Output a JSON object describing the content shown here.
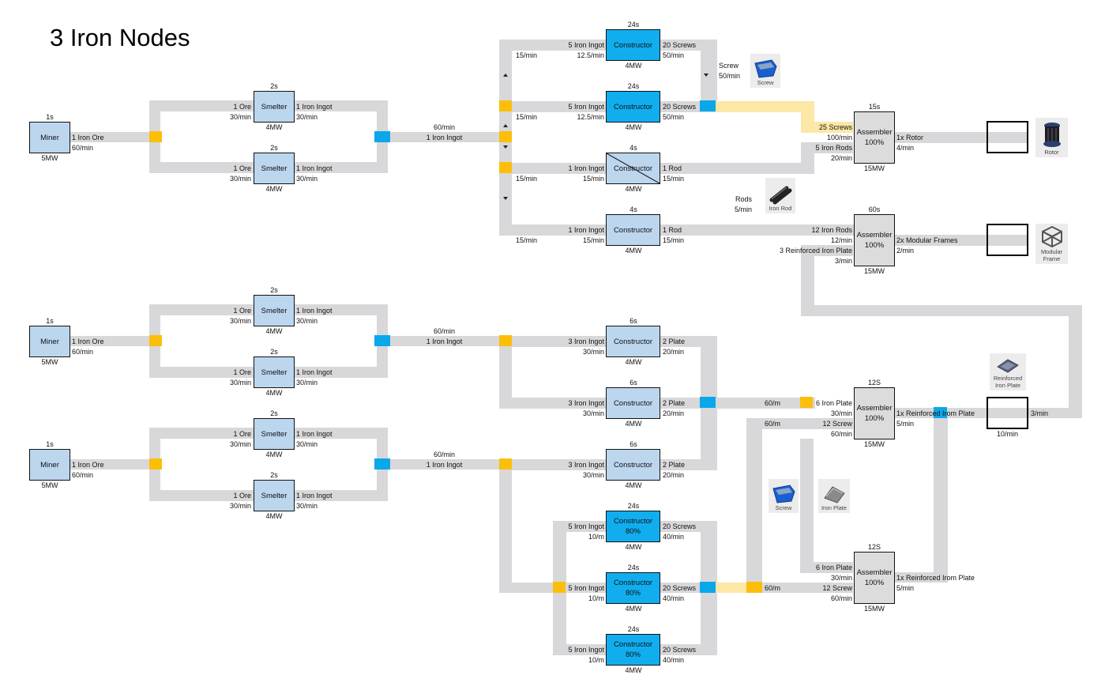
{
  "title": "3 Iron Nodes",
  "colors": {
    "belt": "#d8d8da",
    "belt_highlight": "#fbe7a6",
    "splitter": "#fbbf0a",
    "merger": "#0aa7ea",
    "machine_default": "#bcd6ee",
    "machine_highlight": "#11aeef",
    "assembler": "#dcdcdc"
  },
  "lines": [
    {
      "miner": {
        "time": "1s",
        "name": "Miner",
        "out_item": "1 Iron Ore",
        "out_rate": "60/min",
        "power": "5MW"
      },
      "smelters": [
        {
          "time": "2s",
          "name": "Smelter",
          "in_item": "1 Ore",
          "in_rate": "30/min",
          "out_item": "1 Iron Ingot",
          "out_rate": "30/min",
          "power": "4MW"
        },
        {
          "time": "2s",
          "name": "Smelter",
          "in_item": "1 Ore",
          "in_rate": "30/min",
          "out_item": "1 Iron Ingot",
          "out_rate": "30/min",
          "power": "4MW"
        }
      ],
      "output": {
        "rate": "60/min",
        "item": "1 Iron Ingot"
      }
    },
    {
      "miner": {
        "time": "1s",
        "name": "Miner",
        "out_item": "1 Iron Ore",
        "out_rate": "60/min",
        "power": "5MW"
      },
      "smelters": [
        {
          "time": "2s",
          "name": "Smelter",
          "in_item": "1 Ore",
          "in_rate": "30/min",
          "out_item": "1 Iron Ingot",
          "out_rate": "30/min",
          "power": "4MW"
        },
        {
          "time": "2s",
          "name": "Smelter",
          "in_item": "1 Ore",
          "in_rate": "30/min",
          "out_item": "1 Iron Ingot",
          "out_rate": "30/min",
          "power": "4MW"
        }
      ],
      "output": {
        "rate": "60/min",
        "item": "1 Iron Ingot"
      }
    },
    {
      "miner": {
        "time": "1s",
        "name": "Miner",
        "out_item": "1 Iron Ore",
        "out_rate": "60/min",
        "power": "5MW"
      },
      "smelters": [
        {
          "time": "2s",
          "name": "Smelter",
          "in_item": "1 Ore",
          "in_rate": "30/min",
          "out_item": "1 Iron Ingot",
          "out_rate": "30/min",
          "power": "4MW"
        },
        {
          "time": "2s",
          "name": "Smelter",
          "in_item": "1 Ore",
          "in_rate": "30/min",
          "out_item": "1 Iron Ingot",
          "out_rate": "30/min",
          "power": "4MW"
        }
      ],
      "output": {
        "rate": "60/min",
        "item": "1 Iron Ingot"
      }
    }
  ],
  "top_constructors": [
    {
      "time": "24s",
      "name": "Constructor",
      "branch_rate": "15/min",
      "in_item": "5 Iron Ingot",
      "in_rate": "12.5/min",
      "out_item": "20 Screws",
      "out_rate": "50/min",
      "power": "4MW"
    },
    {
      "time": "24s",
      "name": "Constructor",
      "branch_rate": "15/min",
      "in_item": "5 Iron Ingot",
      "in_rate": "12.5/min",
      "out_item": "20 Screws",
      "out_rate": "50/min",
      "power": "4MW"
    },
    {
      "time": "4s",
      "name": "Constructor",
      "branch_rate": "15/min",
      "in_item": "1 Iron Ingot",
      "in_rate": "15/min",
      "out_item": "1 Rod",
      "out_rate": "15/min",
      "power": "4MW"
    },
    {
      "time": "4s",
      "name": "Constructor",
      "branch_rate": "15/min",
      "in_item": "1 Iron Ingot",
      "in_rate": "15/min",
      "out_item": "1 Rod",
      "out_rate": "15/min",
      "power": "4MW"
    }
  ],
  "screw_note": {
    "item": "Screw",
    "rate": "50/min"
  },
  "rod_note": {
    "item": "Rods",
    "rate": "5/min"
  },
  "rotor_assembler": {
    "time": "15s",
    "name": "Assembler",
    "efficiency": "100%",
    "power": "15MW",
    "in1_item": "25 Screws",
    "in1_rate": "100/min",
    "in2_item": "5 Iron Rods",
    "in2_rate": "20/min",
    "out_item": "1x Rotor",
    "out_rate": "4/min"
  },
  "frame_assembler": {
    "time": "60s",
    "name": "Assembler",
    "efficiency": "100%",
    "power": "15MW",
    "in1_item": "12 Iron Rods",
    "in1_rate": "12/min",
    "in2_item": "3 Reinforced Iron Plate",
    "in2_rate": "3/min",
    "out_item": "2x Modular Frames",
    "out_rate": "2/min"
  },
  "plate_constructors": [
    {
      "time": "6s",
      "name": "Constructor",
      "in_item": "3 Iron Ingot",
      "in_rate": "30/min",
      "out_item": "2 Plate",
      "out_rate": "20/min",
      "power": "4MW"
    },
    {
      "time": "6s",
      "name": "Constructor",
      "in_item": "3 Iron Ingot",
      "in_rate": "30/min",
      "out_item": "2 Plate",
      "out_rate": "20/min",
      "power": "4MW"
    },
    {
      "time": "6s",
      "name": "Constructor",
      "in_item": "3 Iron Ingot",
      "in_rate": "30/min",
      "out_item": "2 Plate",
      "out_rate": "20/min",
      "power": "4MW"
    }
  ],
  "screw_constructors": [
    {
      "time": "24s",
      "name": "Constructor",
      "efficiency": "80%",
      "in_item": "5 Iron Ingot",
      "in_rate": "10/m",
      "out_item": "20 Screws",
      "out_rate": "40/min",
      "power": "4MW"
    },
    {
      "time": "24s",
      "name": "Constructor",
      "efficiency": "80%",
      "in_item": "5 Iron Ingot",
      "in_rate": "10/m",
      "out_item": "20 Screws",
      "out_rate": "40/min",
      "power": "4MW"
    },
    {
      "time": "24s",
      "name": "Constructor",
      "efficiency": "80%",
      "in_item": "5 Iron Ingot",
      "in_rate": "10/m",
      "out_item": "20 Screws",
      "out_rate": "40/min",
      "power": "4MW"
    }
  ],
  "belt_rates": {
    "plate_out_1": "60/m",
    "plate_out_2": "60/m",
    "screw_out": "60/m"
  },
  "rip_assemblers": [
    {
      "time": "12S",
      "name": "Assembler",
      "efficiency": "100%",
      "power": "15MW",
      "in1_item": "6 Iron Plate",
      "in1_rate": "30/min",
      "in2_item": "12 Screw",
      "in2_rate": "60/min",
      "out_item": "1x Reinforced Irom Plate",
      "out_rate": "5/min"
    },
    {
      "time": "12S",
      "name": "Assembler",
      "efficiency": "100%",
      "power": "15MW",
      "in1_item": "6 Iron Plate",
      "in1_rate": "30/min",
      "in2_item": "12 Screw",
      "in2_rate": "60/min",
      "out_item": "1x Reinforced Irom Plate",
      "out_rate": "5/min"
    }
  ],
  "rip_sink": {
    "in_rate": "10/min",
    "out_rate": "3/min"
  },
  "item_tiles": {
    "screw_top": "Screw",
    "iron_rod": "Iron Rod",
    "rotor": "Rotor",
    "modular_frame": "Modular Frame",
    "reinforced_iron_plate": "Reinforced Iron Plate",
    "screw_bottom": "Screw",
    "iron_plate": "Iron Plate"
  }
}
